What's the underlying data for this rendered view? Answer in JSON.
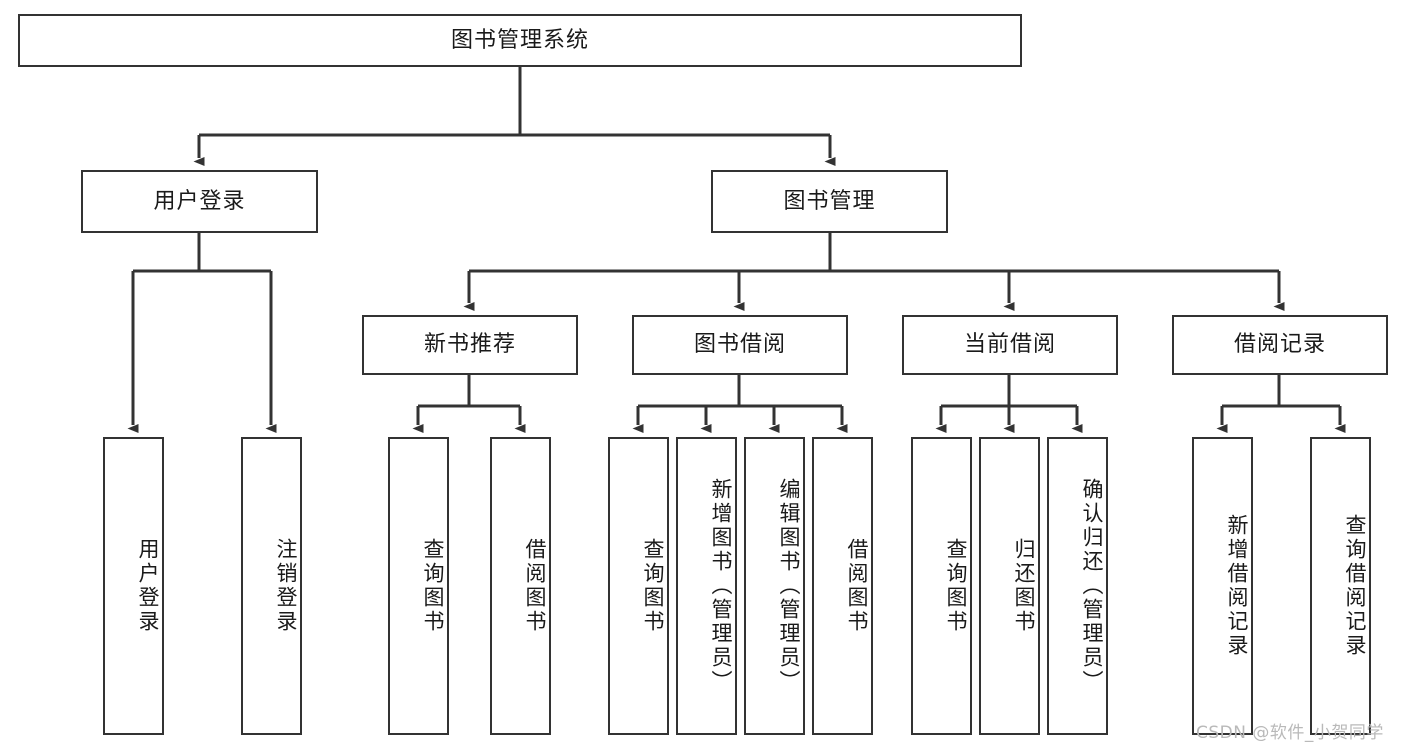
{
  "diagram": {
    "type": "tree-hierarchy",
    "title": "图书管理系统",
    "orientation": "top-down",
    "line_color": "#333333",
    "box_fill": "#ffffff",
    "text_color": "#1a1a1a",
    "root": {
      "id": "root",
      "label": "图书管理系统",
      "text_direction": "horizontal"
    },
    "level2": [
      {
        "id": "user-login",
        "label": "用户登录",
        "text_direction": "horizontal"
      },
      {
        "id": "book-manage",
        "label": "图书管理",
        "text_direction": "horizontal"
      }
    ],
    "level3": [
      {
        "id": "new-book-rec",
        "label": "新书推荐",
        "text_direction": "horizontal",
        "parent": "book-manage"
      },
      {
        "id": "book-borrow",
        "label": "图书借阅",
        "text_direction": "horizontal",
        "parent": "book-manage"
      },
      {
        "id": "current-borrow",
        "label": "当前借阅",
        "text_direction": "horizontal",
        "parent": "book-manage"
      },
      {
        "id": "borrow-record",
        "label": "借阅记录",
        "text_direction": "horizontal",
        "parent": "book-manage"
      }
    ],
    "leaves": [
      {
        "id": "leaf-user-login",
        "label": "用户登录",
        "parent": "user-login",
        "text_direction": "vertical"
      },
      {
        "id": "leaf-user-logout",
        "label": "注销登录",
        "parent": "user-login",
        "text_direction": "vertical"
      },
      {
        "id": "leaf-query-book-1",
        "label": "查询图书",
        "parent": "new-book-rec",
        "text_direction": "vertical"
      },
      {
        "id": "leaf-borrow-book-1",
        "label": "借阅图书",
        "parent": "new-book-rec",
        "text_direction": "vertical"
      },
      {
        "id": "leaf-query-book-2",
        "label": "查询图书",
        "parent": "book-borrow",
        "text_direction": "vertical"
      },
      {
        "id": "leaf-add-book",
        "label": "新增图书（管理员）",
        "parent": "book-borrow",
        "text_direction": "vertical"
      },
      {
        "id": "leaf-edit-book",
        "label": "编辑图书（管理员）",
        "parent": "book-borrow",
        "text_direction": "vertical"
      },
      {
        "id": "leaf-borrow-book-2",
        "label": "借阅图书",
        "parent": "book-borrow",
        "text_direction": "vertical"
      },
      {
        "id": "leaf-query-book-3",
        "label": "查询图书",
        "parent": "current-borrow",
        "text_direction": "vertical"
      },
      {
        "id": "leaf-return-book",
        "label": "归还图书",
        "parent": "current-borrow",
        "text_direction": "vertical"
      },
      {
        "id": "leaf-confirm-return",
        "label": "确认归还（管理员）",
        "parent": "current-borrow",
        "text_direction": "vertical"
      },
      {
        "id": "leaf-add-record",
        "label": "新增借阅记录",
        "parent": "borrow-record",
        "text_direction": "vertical"
      },
      {
        "id": "leaf-query-record",
        "label": "查询借阅记录",
        "parent": "borrow-record",
        "text_direction": "vertical"
      }
    ]
  },
  "watermark": {
    "text": "CSDN @软件_小贺同学"
  }
}
